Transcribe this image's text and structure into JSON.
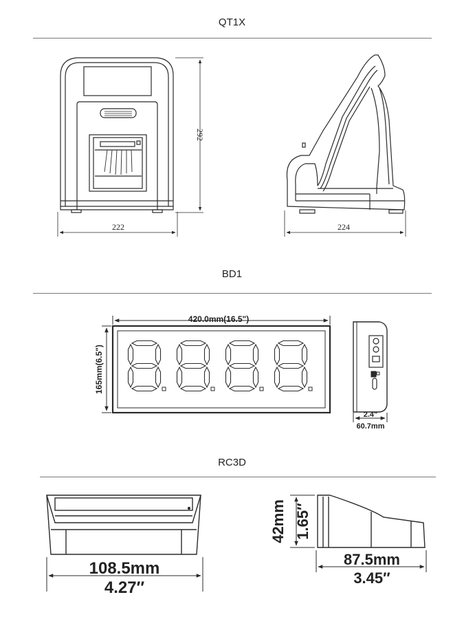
{
  "sections": [
    {
      "title": "QT1X",
      "dimensions": {
        "width": "222",
        "height": "292",
        "depth": "224"
      }
    },
    {
      "title": "BD1",
      "dimensions": {
        "width": "420.0mm(16.5\")",
        "height": "165mm(6.5\")",
        "depth_in": "2.4\"",
        "depth_mm": "60.7mm"
      },
      "display_digits": 4
    },
    {
      "title": "RC3D",
      "dimensions": {
        "width_mm": "108.5mm",
        "width_in": "4.27″",
        "height_mm": "42mm",
        "height_in": "1.65″",
        "depth_mm": "87.5mm",
        "depth_in": "3.45″"
      }
    }
  ],
  "colors": {
    "line": "#2a2a2a",
    "rule": "#7a7a7a"
  }
}
